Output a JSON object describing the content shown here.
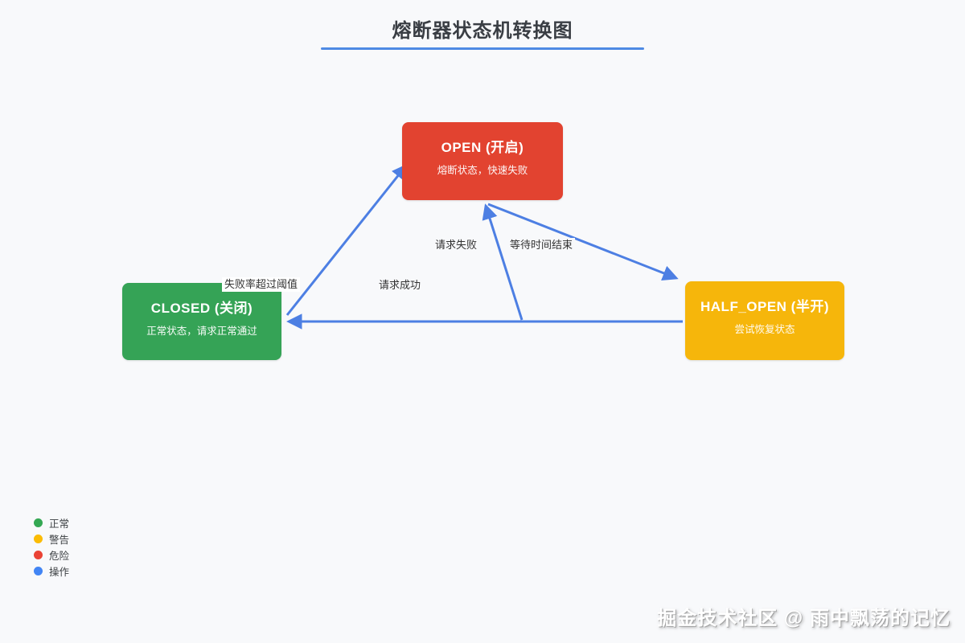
{
  "title": "熔断器状态机转换图",
  "colors": {
    "background": "#f8f9fb",
    "edge": "#4d7fe3",
    "underline": "#4e8ae4",
    "node_open": "#e24330",
    "node_closed": "#35a356",
    "node_half_open": "#f6b60b"
  },
  "nodes": [
    {
      "id": "open",
      "title": "OPEN (开启)",
      "subtitle": "熔断状态，快速失败",
      "color": "#e24330"
    },
    {
      "id": "closed",
      "title": "CLOSED (关闭)",
      "subtitle": "正常状态，请求正常通过",
      "color": "#35a356"
    },
    {
      "id": "half_open",
      "title": "HALF_OPEN (半开)",
      "subtitle": "尝试恢复状态",
      "color": "#f6b60b"
    }
  ],
  "edges": [
    {
      "from": "closed",
      "to": "open",
      "label": "失败率超过阈值"
    },
    {
      "from": "half_open",
      "to": "open",
      "label": "请求失败"
    },
    {
      "from": "open",
      "to": "half_open",
      "label": "等待时间结束"
    },
    {
      "from": "half_open",
      "to": "closed",
      "label": "请求成功"
    }
  ],
  "legend": [
    {
      "label": "正常",
      "color": "#34a853"
    },
    {
      "label": "警告",
      "color": "#fbbc05"
    },
    {
      "label": "危险",
      "color": "#ea4335"
    },
    {
      "label": "操作",
      "color": "#4285f4"
    }
  ],
  "watermark": "掘金技术社区 @ 雨中飘荡的记忆"
}
